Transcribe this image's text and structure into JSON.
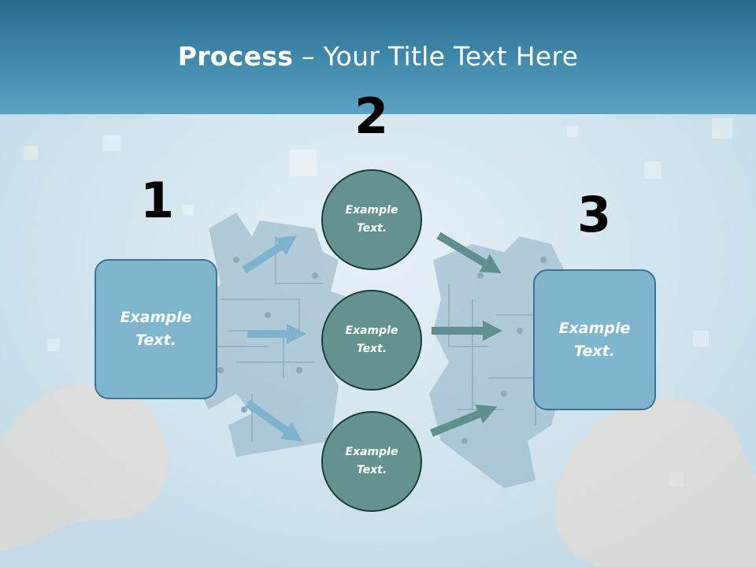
{
  "slide": {
    "title_bold": "Process",
    "title_rest": " – Your Title Text Here"
  },
  "steps": {
    "one": "1",
    "two": "2",
    "three": "3"
  },
  "left_box": {
    "text": "Example Text."
  },
  "right_box": {
    "text": "Example Text."
  },
  "circles": [
    {
      "text": "Example Text."
    },
    {
      "text": "Example Text."
    },
    {
      "text": "Example Text."
    }
  ],
  "colors": {
    "header": "#3d86a8",
    "box_fill": "#7fb6ce",
    "circle_fill": "#63928f",
    "arrow_blue": "#7db3cc",
    "arrow_teal": "#5f8f8f"
  }
}
